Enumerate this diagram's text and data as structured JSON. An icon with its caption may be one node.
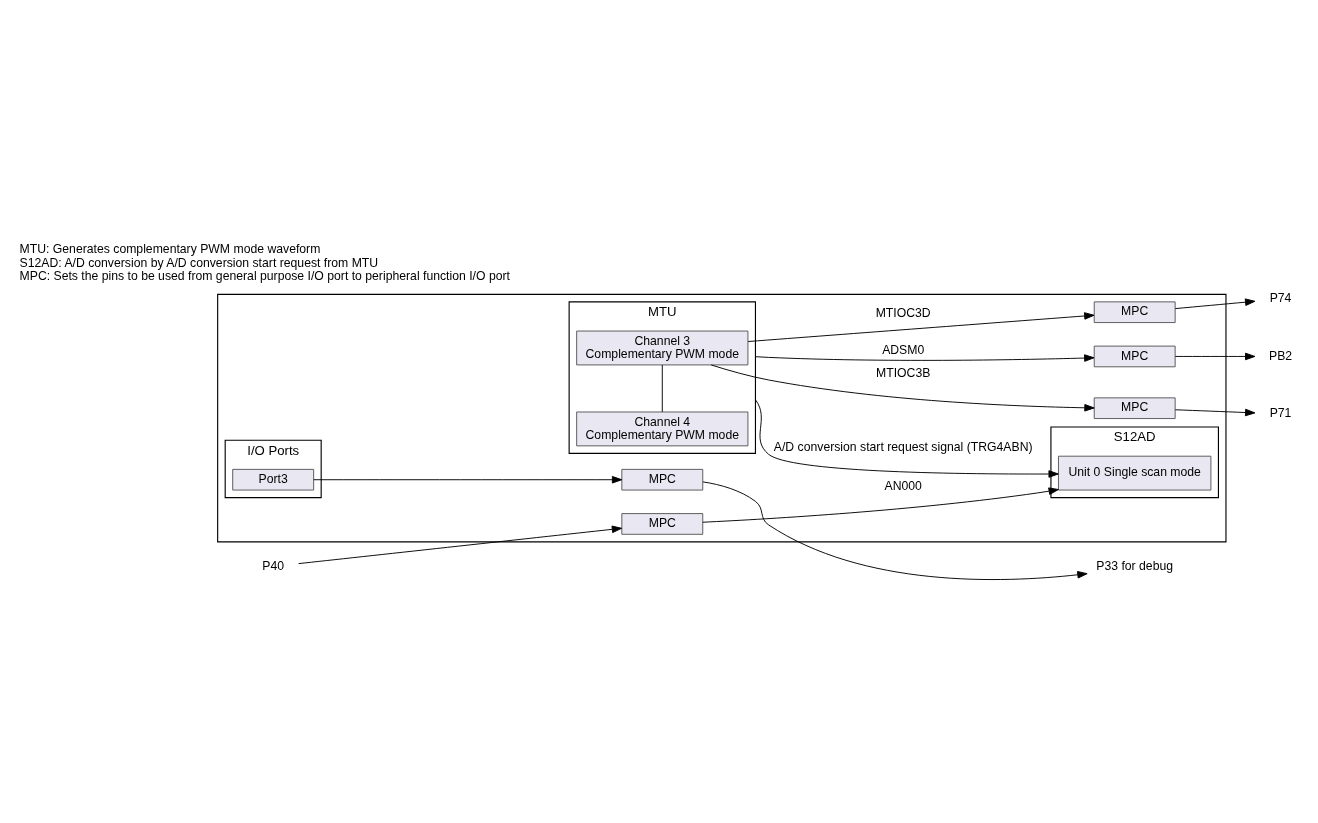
{
  "diagram": {
    "nodes": [
      {
        "text": [],
        "shape": "box"
      },
      {
        "text": [
          "MTU"
        ],
        "in": 0
      },
      {
        "text": [
          "Channel 3",
          "Complementary PWM mode"
        ],
        "in": 1
      },
      {
        "text": [
          "Channel 4",
          "Complementary PWM mode"
        ],
        "in": 1
      },
      {
        "text": [
          "S12AD"
        ],
        "in": 0
      },
      {
        "text": [
          "Unit 0 Single scan mode"
        ],
        "in": 4
      },
      {
        "text": [
          "I/O Ports"
        ],
        "in": 0
      },
      {
        "text": [
          "Port3"
        ],
        "in": 6
      },
      {
        "text": [
          "MPC"
        ],
        "in": 0
      },
      {
        "text": [
          "MPC"
        ],
        "in": 0
      },
      {
        "text": [
          "MPC"
        ],
        "in": 0
      },
      {
        "text": [
          "MPC"
        ],
        "in": 0
      },
      {
        "text": [
          "MPC"
        ],
        "in": 0
      },
      {
        "text": [
          "P71"
        ]
      },
      {
        "text": [
          "P74"
        ]
      },
      {
        "text": [
          "PB2"
        ]
      },
      {
        "text": [
          "P40"
        ]
      },
      {
        "text": [
          "P33 for debug"
        ]
      }
    ],
    "edges": [
      {
        "from": 2,
        "to": 8,
        "arrow": "to",
        "label": "MTIOC3B"
      },
      {
        "from": 2,
        "to": 9,
        "arrow": "to",
        "label": "MTIOC3D"
      },
      {
        "from": 1,
        "to": 10,
        "arrow": "to",
        "label": "ADSM0"
      },
      {
        "from": 1,
        "to": 5,
        "arrow": "to",
        "label": "A/D conversion start request signal (TRG4ABN)"
      },
      {
        "from": 2,
        "to": 3,
        "arrow": "none"
      },
      {
        "from": 8,
        "to": 13,
        "arrow": "to"
      },
      {
        "from": 9,
        "to": 14,
        "arrow": "to"
      },
      {
        "from": 10,
        "to": 15,
        "arrow": "to"
      },
      {
        "from": 16,
        "to": 11,
        "arrow": "to"
      },
      {
        "from": 11,
        "to": 5,
        "arrow": "to",
        "label": "AN000"
      },
      {
        "from": 7,
        "to": 12,
        "arrow": "to"
      },
      {
        "from": 12,
        "to": 17,
        "arrow": "to"
      }
    ],
    "labels": [
      "MTU: Generates complementary PWM mode waveform",
      "S12AD: A/D conversion by A/D conversion start request from MTU",
      "MPC: Sets the pins to be used from general purpose I/O port to peripheral function I/O port"
    ]
  }
}
